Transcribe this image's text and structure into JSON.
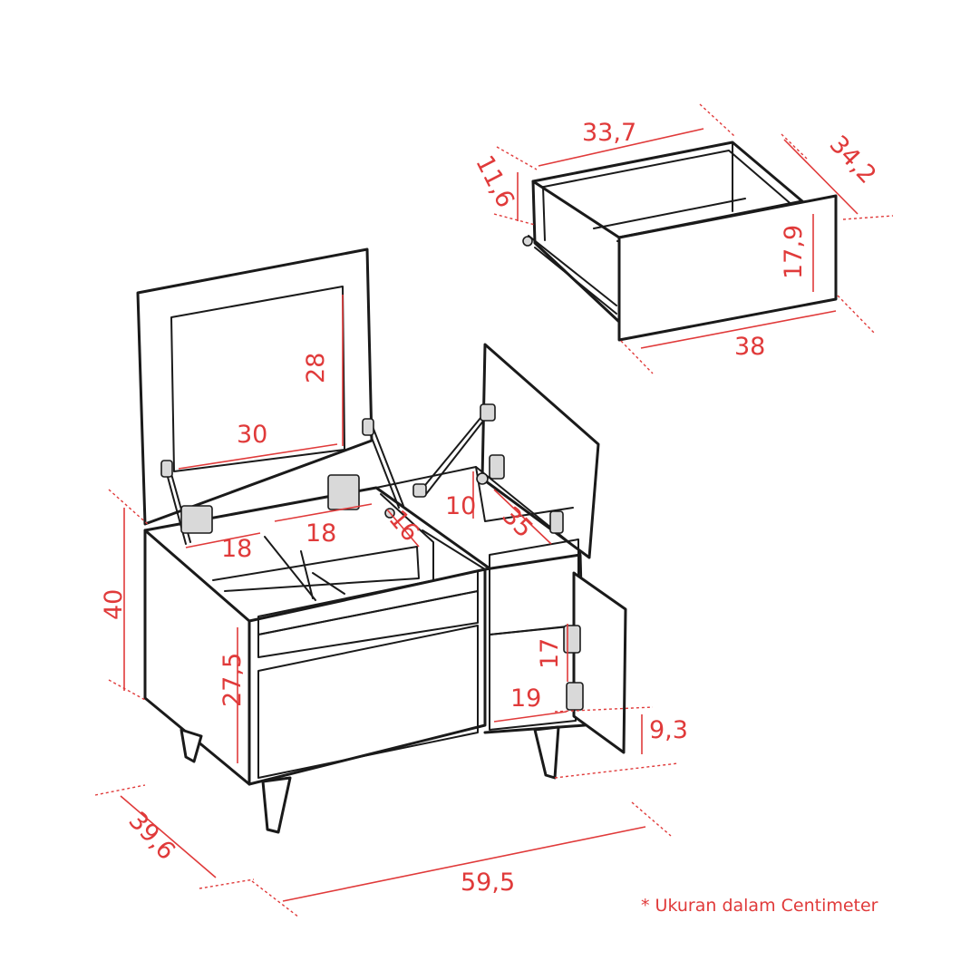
{
  "colors": {
    "dimension": "#e03a3a",
    "line": "#1a1a1a",
    "background": "#ffffff"
  },
  "dimensions": {
    "d1": "33,7",
    "d2": "34,2",
    "d3": "11,6",
    "d4": "17,9",
    "d5": "38",
    "d6": "28",
    "d7": "30",
    "d8": "18",
    "d9": "18",
    "d10": "16",
    "d11": "10",
    "d12": "35",
    "d13": "40",
    "d14": "27,5",
    "d15": "17",
    "d16": "19",
    "d17": "9,3",
    "d18": "39,6",
    "d19": "59,5"
  },
  "note": "* Ukuran dalam Centimeter"
}
